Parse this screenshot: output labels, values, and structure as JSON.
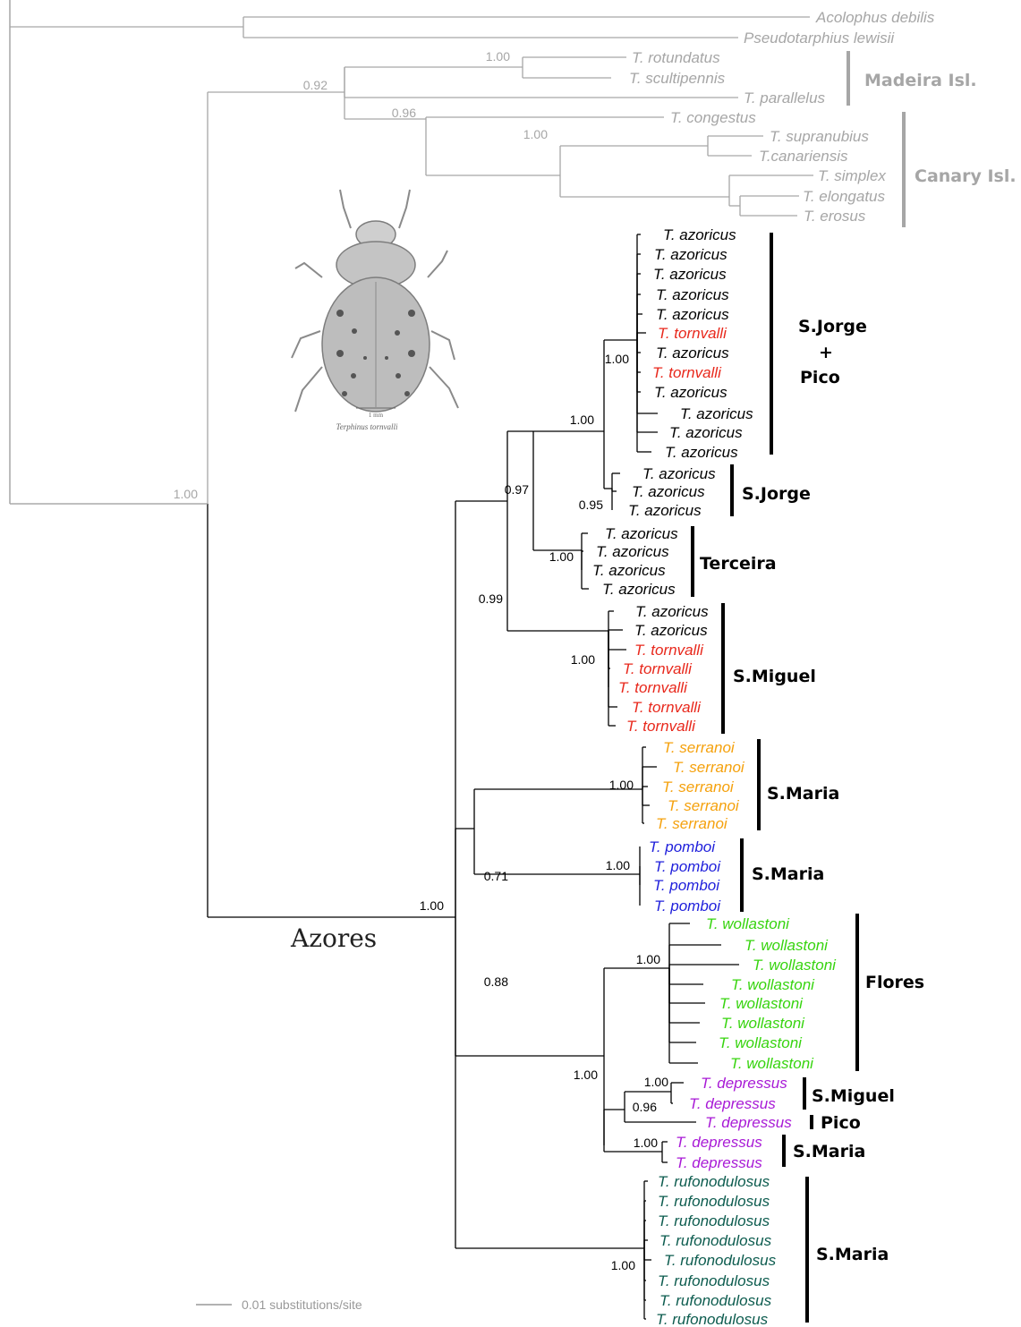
{
  "colors": {
    "outgroup": "#a6a6a6",
    "azoricus": "#000000",
    "tornvalli": "#e8281c",
    "serranoi": "#f5a10c",
    "pomboi": "#1f1fdb",
    "wollastoni": "#37d40f",
    "depressus": "#a81ad6",
    "rufonodulosus": "#0d5c4f",
    "bar": "#000000"
  },
  "taxa": {
    "acolophus": "Acolophus debilis",
    "pseudotarphius": "Pseudotarphius lewisii",
    "rotundatus": "T. rotundatus",
    "scultipennis": "T. scultipennis",
    "parallelus": "T. parallelus",
    "congestus": "T. congestus",
    "supranubius": "T. supranubius",
    "canariensis": "T.canariensis",
    "simplex": "T. simplex",
    "elongatus": "T. elongatus",
    "erosus": "T. erosus",
    "azoricus": "T. azoricus",
    "tornvalli": "T. tornvalli",
    "serranoi": "T. serranoi",
    "pomboi": "T. pomboi",
    "wollastoni": "T. wollastoni",
    "depressus": "T. depressus",
    "rufonodulosus": "T. rufonodulosus"
  },
  "groups": {
    "madeira": "Madeira Isl.",
    "canary": "Canary Isl.",
    "sjorge_pico_1": "S.Jorge",
    "sjorge_pico_2": "+",
    "sjorge_pico_3": "Pico",
    "sjorge": "S.Jorge",
    "terceira": "Terceira",
    "smiguel": "S.Miguel",
    "smaria": "S.Maria",
    "flores": "Flores",
    "pico": "Pico"
  },
  "support": {
    "root": "1.00",
    "macaronesia": "0.92",
    "madeira": "1.00",
    "mad_can": "0.96",
    "canary": "1.00",
    "azores": "1.00",
    "sjp": "1.00",
    "sj_clade": "1.00",
    "sjorge": "0.95",
    "sj_terc": "0.97",
    "terceira": "1.00",
    "central": "0.99",
    "smiguel": "1.00",
    "serranoi": "1.00",
    "pomboi": "1.00",
    "ser_pom": "0.71",
    "wollastoni": "1.00",
    "dep_smig": "1.00",
    "dep_pico": "0.96",
    "dep_smar": "1.00",
    "flo_dep": "1.00",
    "big": "0.88",
    "rufonodulosus": "1.00"
  },
  "labels": {
    "azores": "Azores",
    "scale": "0.01 substitutions/site",
    "specimen_caption": "Terphinus tornvalli",
    "scale_caption": "1 mm"
  }
}
